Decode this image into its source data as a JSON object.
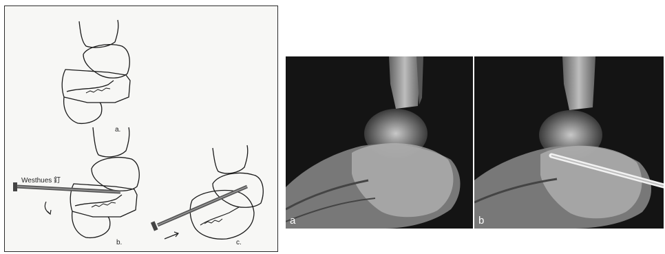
{
  "diagram": {
    "label_a": "a.",
    "label_b": "b.",
    "label_c": "c.",
    "nail_label": "Westhues 釘"
  },
  "xray": {
    "label_a": "a",
    "label_b": "b"
  }
}
